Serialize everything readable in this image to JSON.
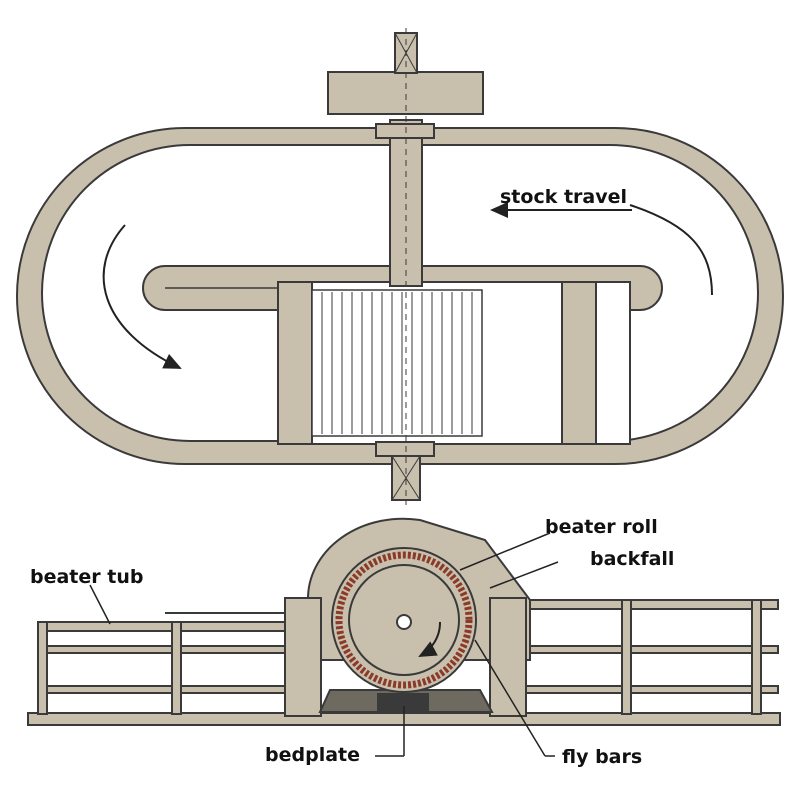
{
  "labels": {
    "stock_travel": "stock travel",
    "beater_roll": "beater roll",
    "backfall": "backfall",
    "beater_tub": "beater tub",
    "bedplate": "bedplate",
    "fly_bars": "fly bars"
  },
  "colors": {
    "machine_fill": "#c8c0ad",
    "outline": "#3a3a3a",
    "roll_accent": "#8b3a2a",
    "background": "#ffffff"
  }
}
